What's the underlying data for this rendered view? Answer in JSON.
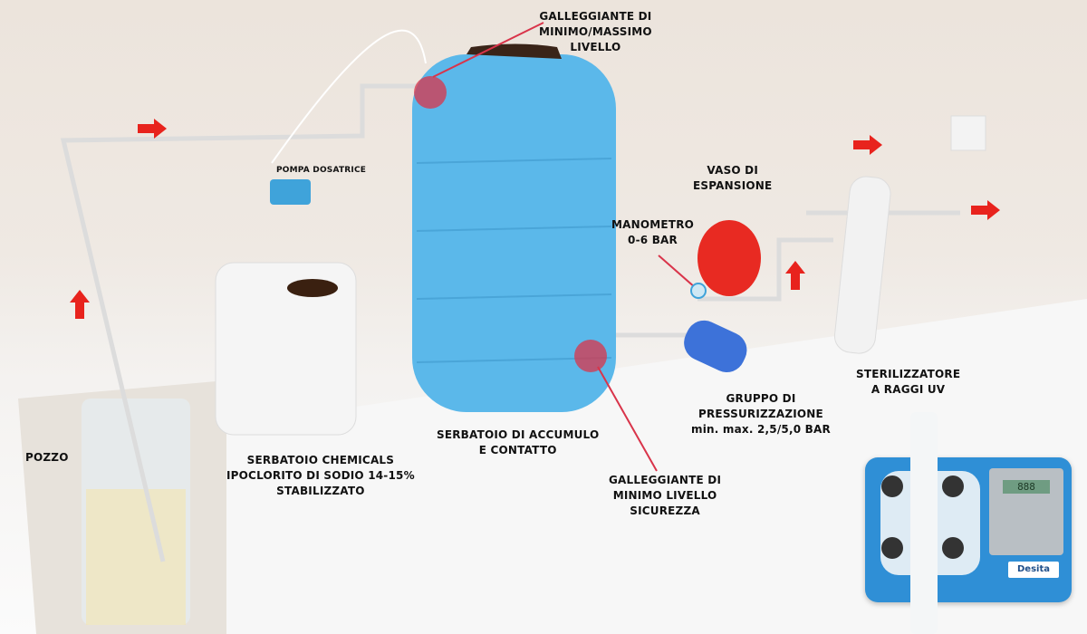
{
  "labels": {
    "float_top": [
      "GALLEGGIANTE DI",
      "MINIMO/MASSIMO",
      "LIVELLO"
    ],
    "dosing_pump": "POMPA DOSATRICE",
    "expansion_vessel": [
      "VASO DI",
      "ESPANSIONE"
    ],
    "manometer": [
      "MANOMETRO",
      "0-6 BAR"
    ],
    "pressurization": [
      "GRUPPO DI",
      "PRESSURIZZAZIONE",
      "min. max. 2,5/5,0 BAR"
    ],
    "uv_sterilizer": [
      "STERILIZZATORE",
      "A RAGGI UV"
    ],
    "well": "POZZO",
    "chemical_tank": [
      "SERBATOIO CHEMICALS",
      "IPOCLORITO DI SODIO 14-15%",
      "STABILIZZATO"
    ],
    "storage_tank": [
      "SERBATOIO DI ACCUMULO",
      "E CONTATTO"
    ],
    "float_bottom": [
      "GALLEGGIANTE DI",
      "MINIMO LIVELLO",
      "SICUREZZA"
    ]
  },
  "pump_device": {
    "display": "888",
    "brand": "Desita"
  },
  "colors": {
    "tank_blue": "#5bb8ea",
    "arrow_red": "#e8231d",
    "vessel_red": "#e82a22",
    "pump_blue": "#2f8fd6",
    "marker_red": "#d9344a"
  }
}
